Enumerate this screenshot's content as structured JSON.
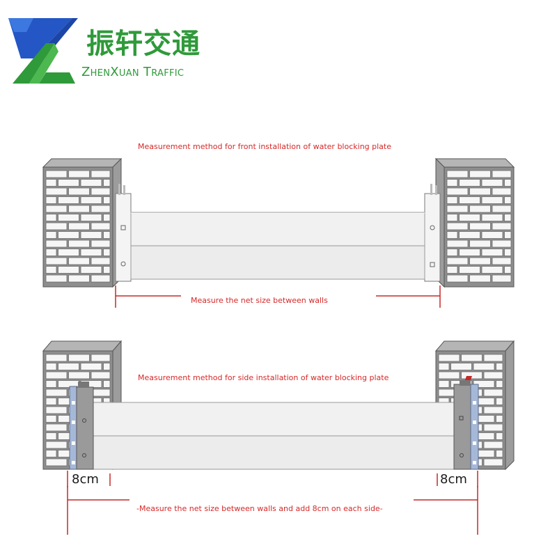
{
  "brand": {
    "name_cn": "振轩交通",
    "name_en": "ZhenXuan Traffic",
    "colors": {
      "blue": "#2457c5",
      "green": "#2f9a3a"
    }
  },
  "diagram": {
    "front": {
      "caption": "Measurement method for front installation of water blocking plate",
      "measure_label": "Measure the net size between walls"
    },
    "side": {
      "caption": "Measurement method for side installation of water blocking plate",
      "offset_left": "8cm",
      "offset_right": "8cm",
      "measure_label": "-Measure the net size between walls and add 8cm on each side-"
    },
    "colors": {
      "annotation": "#d62828",
      "brick": "#8e8e8e",
      "plate": "#f1f1f1",
      "channel": "#a6b8d8",
      "post": "#9a9a9a"
    }
  }
}
